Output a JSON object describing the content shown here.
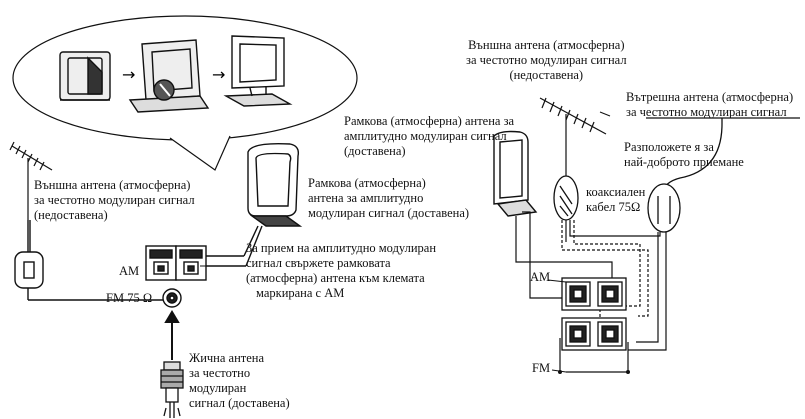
{
  "left": {
    "outdoor_fm": [
      "Външна антена (атмосферна)",
      "за честотно модулиран сигнал",
      "(недоставена)"
    ],
    "loop_am": [
      "Рамкова (атмосферна)",
      "антена за амплитудно",
      "модулиран сигнал (доставена)"
    ],
    "am_instruction": [
      "За прием на амплитудно модулиран",
      "сигнал свържете рамковата",
      "(атмосферна) антена към клемата",
      "маркирана с AM"
    ],
    "wire_fm": [
      "Жична антена",
      "за честотно",
      "модулиран",
      "сигнал (доставена)"
    ],
    "terminal_am": "AM",
    "terminal_fm": "FM 75 Ω"
  },
  "right": {
    "outdoor_fm": [
      "Външна антена (атмосферна)",
      "за честотно модулиран сигнал",
      "(недоставена)"
    ],
    "loop_am": [
      "Рамкова (атмосферна) антена за",
      "амплитудно модулиран сигнал",
      "(доставена)"
    ],
    "indoor_fm": [
      "Вътрешна антена (атмосферна)",
      "за честотно модулиран сигнал"
    ],
    "place_hint": [
      "Разположете я за",
      "най-доброто приемане"
    ],
    "coax": [
      "коаксиален",
      "кабел 75Ω"
    ],
    "terminal_am": "AM",
    "terminal_fm": "FM"
  }
}
